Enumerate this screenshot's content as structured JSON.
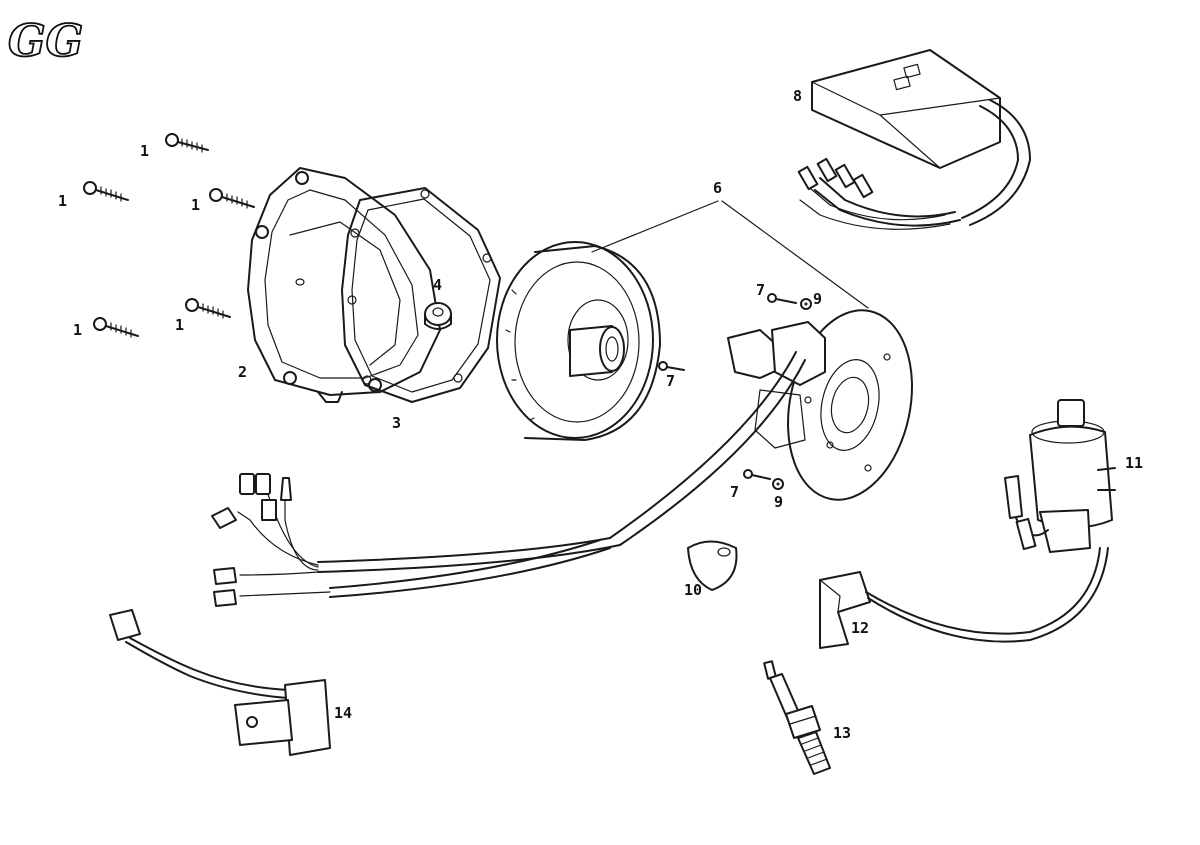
{
  "logo": {
    "text": "GG"
  },
  "callouts": {
    "c1a": "1",
    "c1b": "1",
    "c1c": "1",
    "c1d": "1",
    "c1e": "1",
    "c2": "2",
    "c3": "3",
    "c4": "4",
    "c6": "6",
    "c7a": "7",
    "c7b": "7",
    "c7c": "7",
    "c8": "8",
    "c9a": "9",
    "c9b": "9",
    "c10": "10",
    "c11": "11",
    "c12": "12",
    "c13": "13",
    "c14": "14"
  }
}
